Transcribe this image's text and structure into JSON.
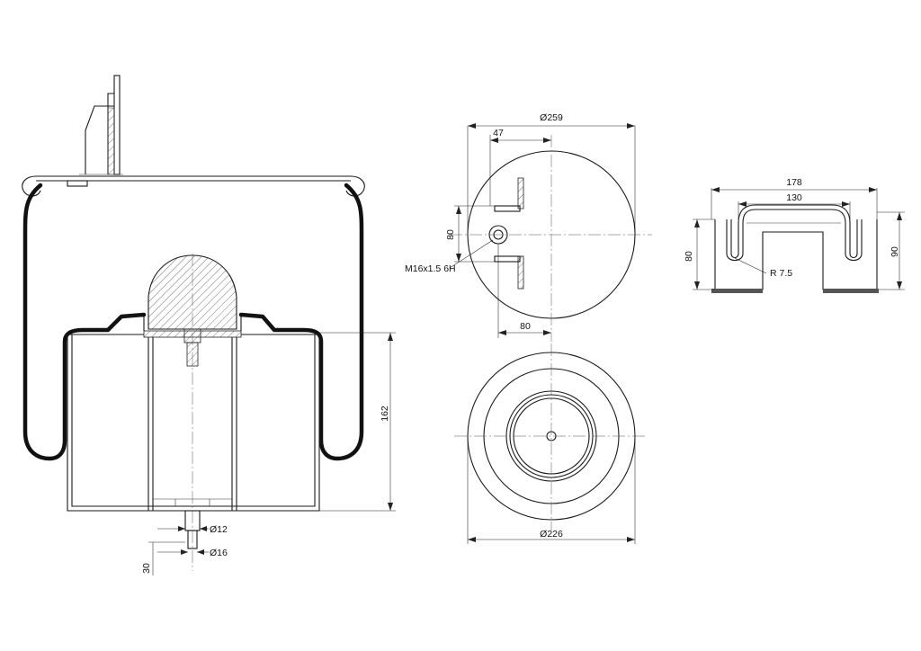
{
  "colors": {
    "line": "#1a1a1a",
    "bellow": "#111111",
    "background": "#ffffff",
    "hatch": "#555555"
  },
  "dimensions": {
    "side_view": {
      "height": "162",
      "stud_small_dia": "Ø12",
      "stud_large_dia": "Ø16",
      "stud_length": "30"
    },
    "top_view": {
      "outer_dia": "Ø259",
      "offset_47": "47",
      "offset_80_vertical": "80",
      "offset_80_horizontal": "80",
      "thread": "M16x1.5 6H"
    },
    "bottom_view": {
      "base_dia": "Ø226"
    },
    "bracket_view": {
      "outer_width": "178",
      "inner_width": "130",
      "height_left": "80",
      "height_right": "90",
      "radius": "R 7.5"
    }
  }
}
